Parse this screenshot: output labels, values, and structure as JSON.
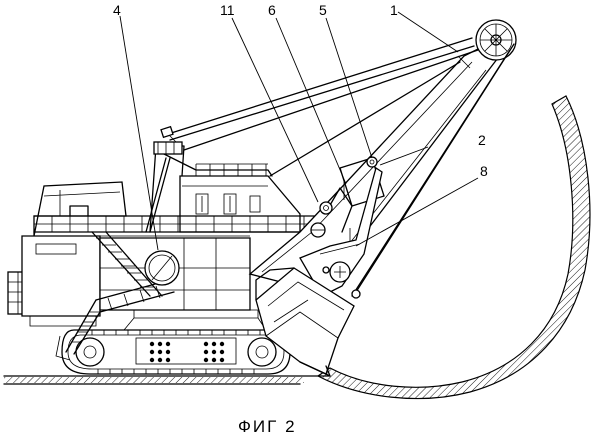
{
  "figure": {
    "caption": "ФИГ 2",
    "labels": [
      {
        "id": "label-1",
        "text": "1"
      },
      {
        "id": "label-2",
        "text": "2"
      },
      {
        "id": "label-4",
        "text": "4"
      },
      {
        "id": "label-5",
        "text": "5"
      },
      {
        "id": "label-6",
        "text": "6"
      },
      {
        "id": "label-8",
        "text": "8"
      },
      {
        "id": "label-11",
        "text": "11"
      }
    ]
  }
}
